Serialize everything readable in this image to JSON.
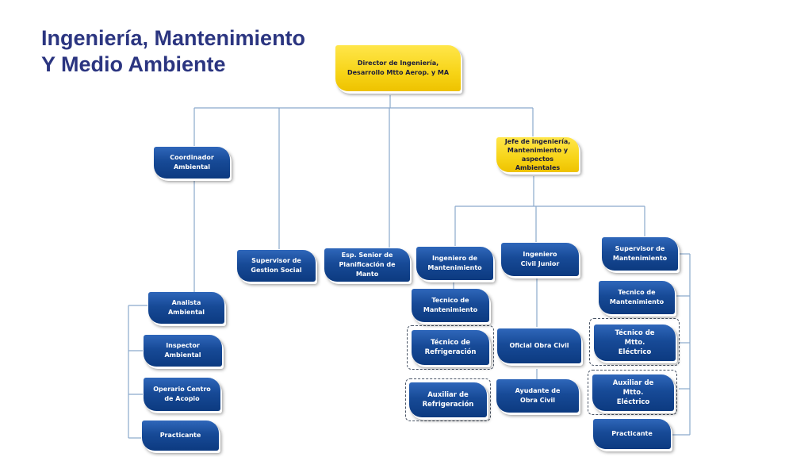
{
  "title": {
    "line1": "Ingeniería, Mantenimiento",
    "line2": "Y Medio Ambiente"
  },
  "colors": {
    "title": "#2b3580",
    "box_blue": "#174a97",
    "box_yellow": "#f7d417",
    "connector": "#8aa9cc"
  },
  "nodes": {
    "director": "Director de Ingeniería, Desarrollo Mtto Aerop. y MA",
    "jefe": "Jefe de ingeniería, Mantenimiento y aspectos Ambientales",
    "coordinador": "Coordinador Ambiental",
    "supervisor_gestion": "Supervisor de Gestion Social",
    "esp_senior": "Esp. Senior de Planificación de Manto",
    "analista": "Analista Ambiental",
    "inspector": "Inspector Ambiental",
    "operario": "Operario  Centro de Acopio",
    "practicante_amb": "Practicante",
    "ingeniero_mant": "Ingeniero de Mantenimiento",
    "tecnico_mant": "Tecnico de Mantenimiento",
    "tecnico_refri": "Técnico de Refrigeración",
    "auxiliar_refri": "Auxiliar de Refrigeración",
    "ingeniero_civil": "Ingeniero Civil Junior",
    "oficial_obra": "Oficial Obra Civil",
    "ayudante_obra": "Ayudante de Obra Civil",
    "supervisor_mant": "Supervisor de Mantenimiento",
    "tecnico_mant2": "Tecnico de Mantenimiento",
    "tecnico_electrico": "Técnico de Mtto. Eléctrico",
    "auxiliar_electrico": "Auxiliar de Mtto. Eléctrico",
    "practicante_mant": "Practicante"
  }
}
